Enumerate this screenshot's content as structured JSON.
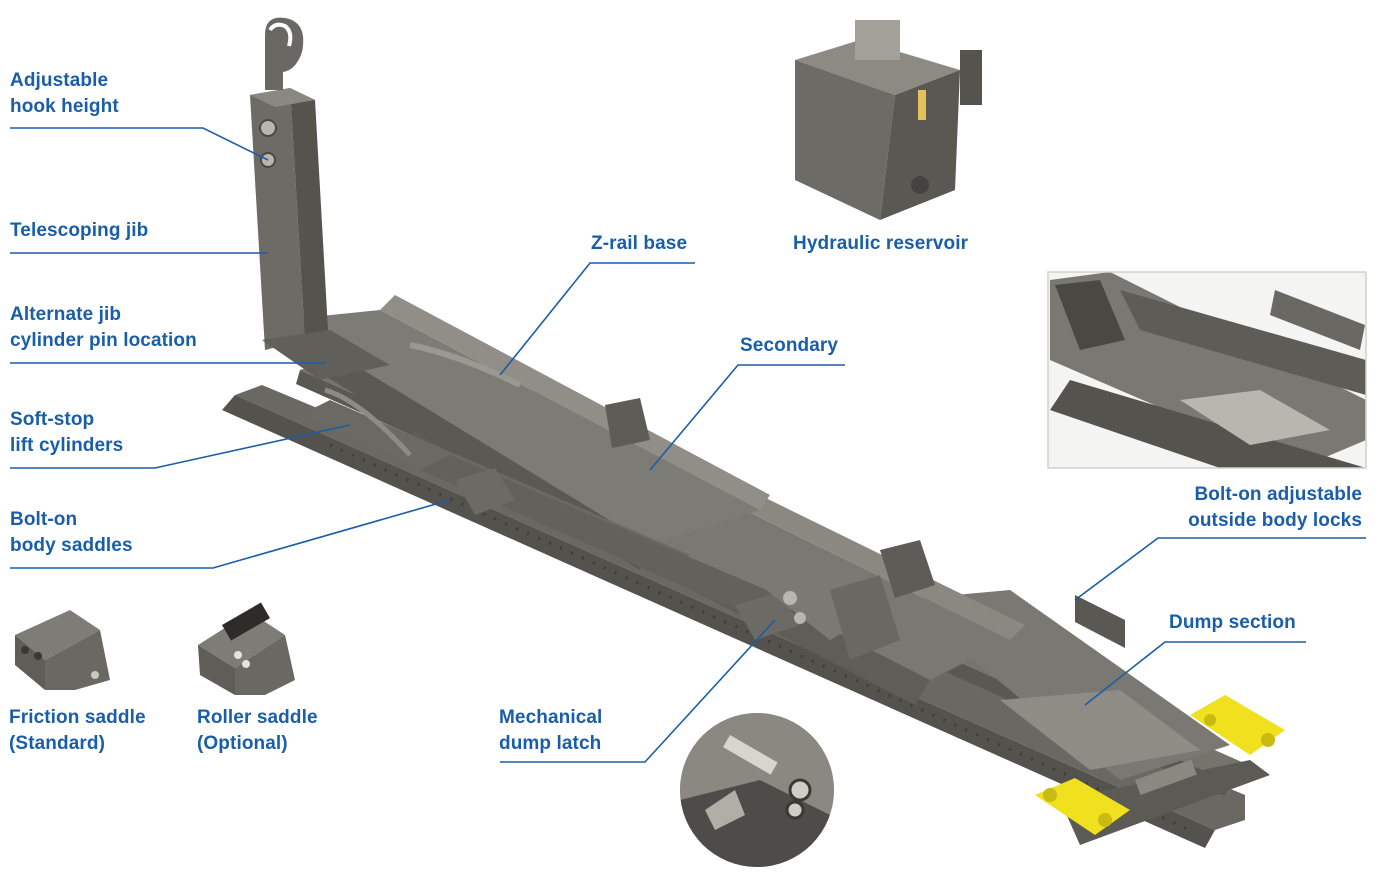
{
  "colors": {
    "label": "#1a5ea8",
    "steel": "#6e6c66",
    "steel_dark": "#4d4b46",
    "steel_light": "#8e8c85",
    "hook_lock": "#f0e01e"
  },
  "labels": {
    "adjustable_hook_height": "Adjustable\nhook height",
    "telescoping_jib": "Telescoping jib",
    "alternate_jib": "Alternate jib\ncylinder pin location",
    "soft_stop": "Soft-stop\nlift cylinders",
    "bolt_on_saddles": "Bolt-on\nbody saddles",
    "friction_saddle": "Friction saddle\n(Standard)",
    "roller_saddle": "Roller saddle\n(Optional)",
    "z_rail_base": "Z-rail base",
    "hydraulic_reservoir": "Hydraulic reservoir",
    "secondary": "Secondary",
    "mechanical_dump_latch": "Mechanical\ndump latch",
    "bolt_on_body_locks": "Bolt-on adjustable\noutside body locks",
    "dump_section": "Dump section"
  }
}
